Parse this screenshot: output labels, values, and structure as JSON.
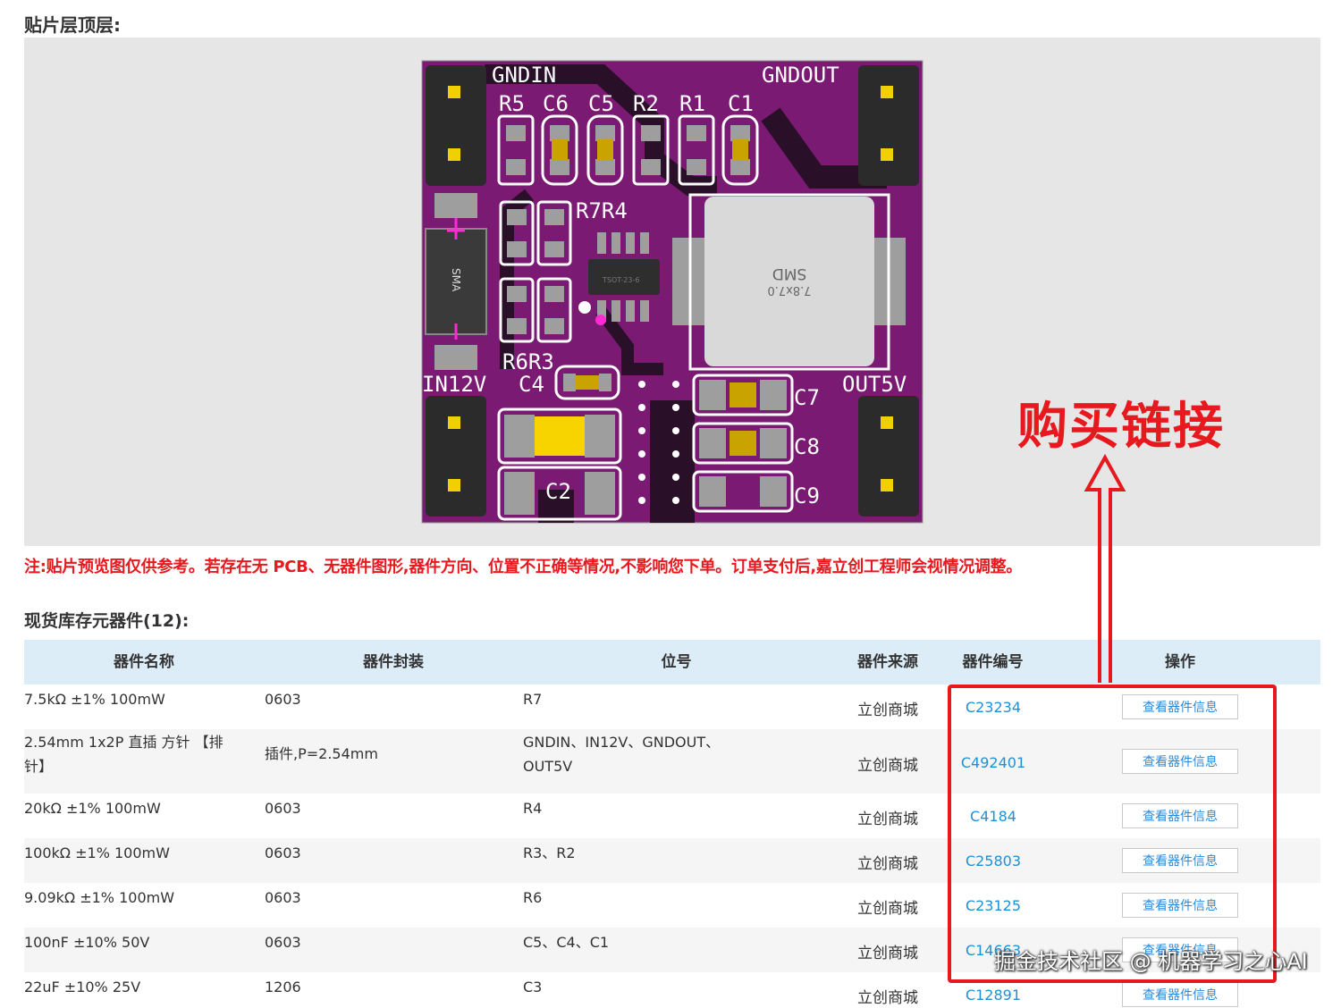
{
  "sections": {
    "top_layer_title": "贴片层顶层:",
    "stock_title": "现货库存元器件(12):"
  },
  "pcb": {
    "board_color": "#7a1a73",
    "labels": {
      "gndin": "GNDIN",
      "gndout": "GNDOUT",
      "in12v": "IN12V",
      "out5v": "OUT5V",
      "r5": "R5",
      "c6": "C6",
      "c5": "C5",
      "r2": "R2",
      "r1": "R1",
      "c1": "C1",
      "r7r4": "R7R4",
      "r6r3": "R6R3",
      "c4": "C4",
      "c2": "C2",
      "c7": "C7",
      "c8": "C8",
      "c9": "C9",
      "sma": "SMA",
      "sot": "TSOT-23-6",
      "inductor_size": "7.8x7.0",
      "inductor_type": "SMD"
    }
  },
  "note": "注:贴片预览图仅供参考。若存在无 PCB、无器件图形,器件方向、位置不正确等情况,不影响您下单。订单支付后,嘉立创工程师会视情况调整。",
  "table": {
    "headers": {
      "name": "器件名称",
      "package": "器件封装",
      "designator": "位号",
      "source": "器件来源",
      "part_no": "器件编号",
      "action": "操作"
    },
    "rows": [
      {
        "name": "7.5kΩ ±1% 100mW",
        "package": "0603",
        "designator": "R7",
        "source": "立创商城",
        "part_no": "C23234",
        "action": "查看器件信息"
      },
      {
        "name": "2.54mm 1x2P 直插 方针 【排针】",
        "package": "插件,P=2.54mm",
        "designator": "GNDIN、IN12V、GNDOUT、OUT5V",
        "source": "立创商城",
        "part_no": "C492401",
        "action": "查看器件信息"
      },
      {
        "name": "20kΩ ±1% 100mW",
        "package": "0603",
        "designator": "R4",
        "source": "立创商城",
        "part_no": "C4184",
        "action": "查看器件信息"
      },
      {
        "name": "100kΩ ±1% 100mW",
        "package": "0603",
        "designator": "R3、R2",
        "source": "立创商城",
        "part_no": "C25803",
        "action": "查看器件信息"
      },
      {
        "name": "9.09kΩ ±1% 100mW",
        "package": "0603",
        "designator": "R6",
        "source": "立创商城",
        "part_no": "C23125",
        "action": "查看器件信息"
      },
      {
        "name": "100nF ±10% 50V",
        "package": "0603",
        "designator": "C5、C4、C1",
        "source": "立创商城",
        "part_no": "C14663",
        "action": "查看器件信息"
      },
      {
        "name": "22uF ±10% 25V",
        "package": "1206",
        "designator": "C3",
        "source": "立创商城",
        "part_no": "C12891",
        "action": "查看器件信息"
      }
    ]
  },
  "annotation": {
    "buy_link": "购买链接",
    "color": "#e8191e"
  },
  "watermark": "掘金技术社区 @ 机器学习之心AI"
}
